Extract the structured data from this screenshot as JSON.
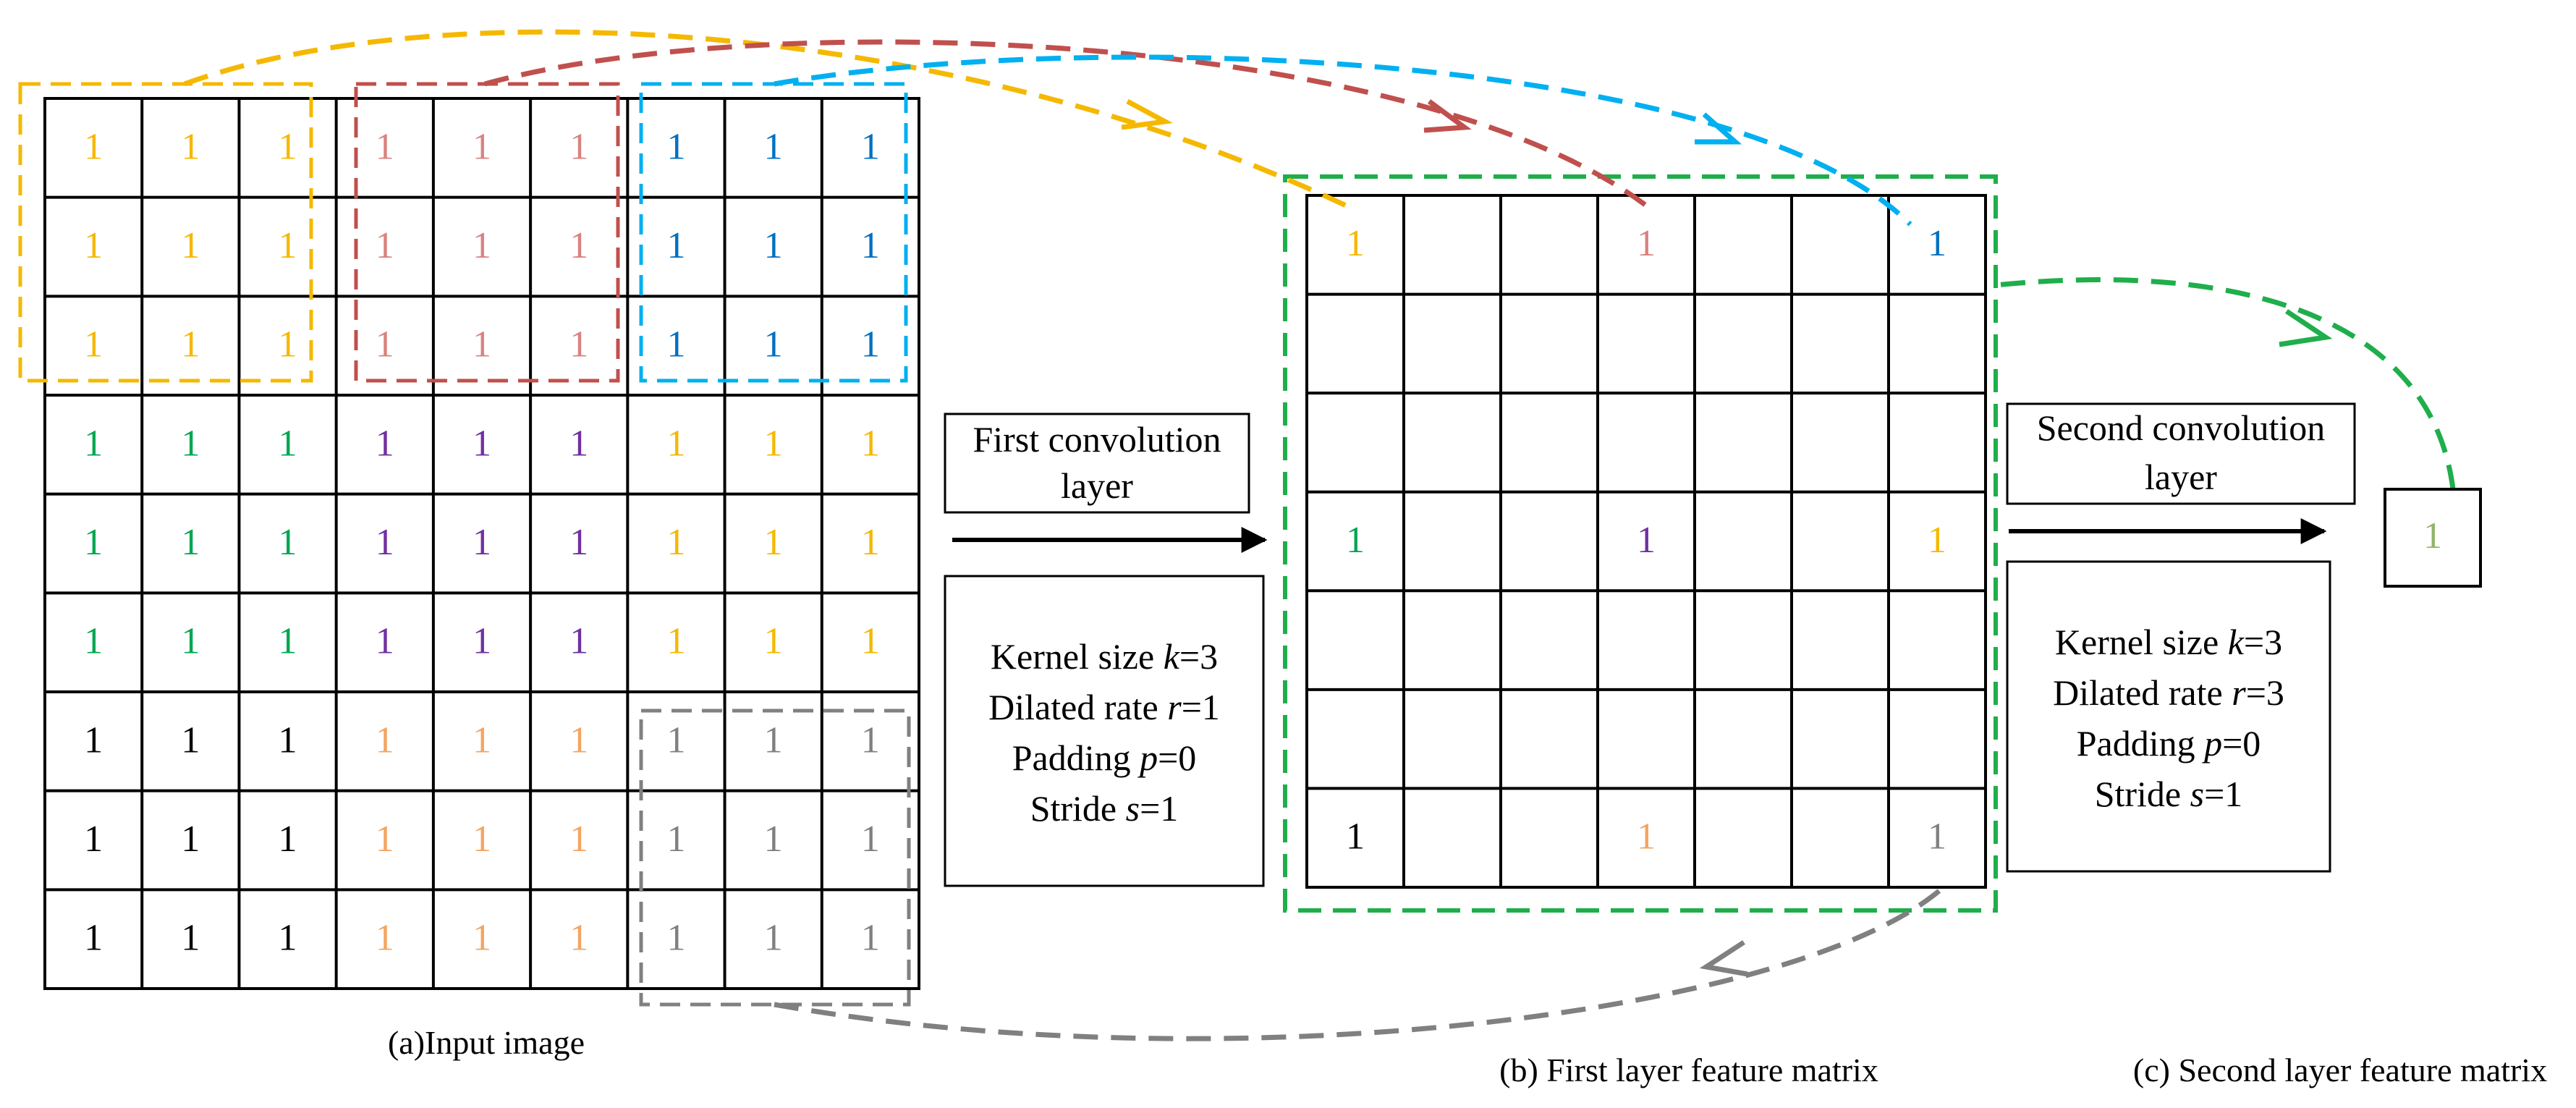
{
  "colors": {
    "yellow": "#F5B800",
    "pink": "#D9827F",
    "blue": "#0070C0",
    "green": "#00A651",
    "purple": "#7030A0",
    "black": "#000000",
    "orange": "#F4A460",
    "gray": "#808080",
    "olive": "#92B46A",
    "dash_yellow": "#F5B800",
    "dash_red": "#C0504D",
    "dash_cyan": "#00B0F0",
    "dash_gray": "#808080",
    "dash_green": "#1FAE4B"
  },
  "input_grid": {
    "cell_text": "1",
    "row_colors": [
      [
        "yellow",
        "yellow",
        "yellow",
        "pink",
        "pink",
        "pink",
        "blue",
        "blue",
        "blue"
      ],
      [
        "yellow",
        "yellow",
        "yellow",
        "pink",
        "pink",
        "pink",
        "blue",
        "blue",
        "blue"
      ],
      [
        "yellow",
        "yellow",
        "yellow",
        "pink",
        "pink",
        "pink",
        "blue",
        "blue",
        "blue"
      ],
      [
        "green",
        "green",
        "green",
        "purple",
        "purple",
        "purple",
        "yellow",
        "yellow",
        "yellow"
      ],
      [
        "green",
        "green",
        "green",
        "purple",
        "purple",
        "purple",
        "yellow",
        "yellow",
        "yellow"
      ],
      [
        "green",
        "green",
        "green",
        "purple",
        "purple",
        "purple",
        "yellow",
        "yellow",
        "yellow"
      ],
      [
        "black",
        "black",
        "black",
        "orange",
        "orange",
        "orange",
        "gray",
        "gray",
        "gray"
      ],
      [
        "black",
        "black",
        "black",
        "orange",
        "orange",
        "orange",
        "gray",
        "gray",
        "gray"
      ],
      [
        "black",
        "black",
        "black",
        "orange",
        "orange",
        "orange",
        "gray",
        "gray",
        "gray"
      ]
    ]
  },
  "feature_grid": {
    "cells": [
      {
        "row": 0,
        "col": 0,
        "text": "1",
        "color": "yellow"
      },
      {
        "row": 0,
        "col": 3,
        "text": "1",
        "color": "pink"
      },
      {
        "row": 0,
        "col": 6,
        "text": "1",
        "color": "blue"
      },
      {
        "row": 3,
        "col": 0,
        "text": "1",
        "color": "green"
      },
      {
        "row": 3,
        "col": 3,
        "text": "1",
        "color": "purple"
      },
      {
        "row": 3,
        "col": 6,
        "text": "1",
        "color": "yellow"
      },
      {
        "row": 6,
        "col": 0,
        "text": "1",
        "color": "black"
      },
      {
        "row": 6,
        "col": 3,
        "text": "1",
        "color": "orange"
      },
      {
        "row": 6,
        "col": 6,
        "text": "1",
        "color": "gray"
      }
    ]
  },
  "output_cell": {
    "text": "1",
    "color": "olive"
  },
  "first_conv": {
    "title_line1": "First convolution",
    "title_line2": "layer",
    "params": [
      {
        "label": "Kernel size ",
        "var": "k",
        "value": "=3"
      },
      {
        "label": "Dilated rate ",
        "var": "r",
        "value": "=1"
      },
      {
        "label": "Padding ",
        "var": "p",
        "value": "=0"
      },
      {
        "label": "Stride ",
        "var": "s",
        "value": "=1"
      }
    ]
  },
  "second_conv": {
    "title_line1": "Second convolution",
    "title_line2": "layer",
    "params": [
      {
        "label": "Kernel size ",
        "var": "k",
        "value": "=3"
      },
      {
        "label": "Dilated rate ",
        "var": "r",
        "value": "=3"
      },
      {
        "label": "Padding ",
        "var": "p",
        "value": "=0"
      },
      {
        "label": "Stride ",
        "var": "s",
        "value": "=1"
      }
    ]
  },
  "captions": {
    "a": "(a)Input image",
    "b": "(b) First layer feature matrix",
    "c": "(c) Second layer feature matrix"
  }
}
